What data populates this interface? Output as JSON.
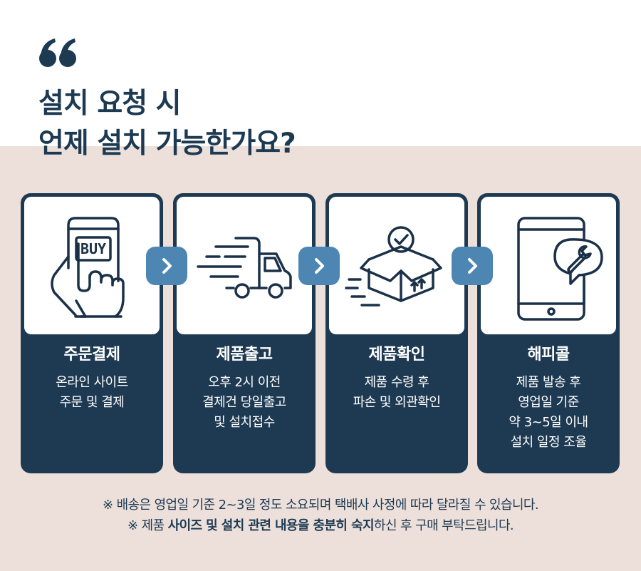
{
  "headline": {
    "line1": "설치 요청 시",
    "line2": "언제 설치 가능한가요?"
  },
  "steps": [
    {
      "title": "주문결제",
      "icon": "smartphone-buy-icon",
      "badge_text": "BUY",
      "desc": [
        "온라인 사이트",
        "주문 및 결제"
      ]
    },
    {
      "title": "제품출고",
      "icon": "delivery-truck-icon",
      "desc": [
        "오후 2시 이전",
        "결제건 당일출고",
        "및 설치접수"
      ]
    },
    {
      "title": "제품확인",
      "icon": "checked-box-icon",
      "desc": [
        "제품 수령 후",
        "파손 및 외관확인"
      ]
    },
    {
      "title": "해피콜",
      "icon": "smartphone-wrench-icon",
      "desc": [
        "제품 발송 후",
        "영업일 기준",
        "약 3~5일 이내",
        "설치 일정 조율"
      ]
    }
  ],
  "notes": {
    "line1": "※ 배송은 영업일 기준 2~3일 정도 소요되며 택배사 사정에 따라 달라질 수 있습니다.",
    "line2_prefix": "※ 제품 ",
    "line2_bold": "사이즈 및 설치 관련 내용을 충분히 숙지",
    "line2_suffix": "하신 후 구매 부탁드립니다."
  },
  "colors": {
    "navy": "#1e3a52",
    "arrow_blue": "#4d86b3",
    "band": "#ede0da",
    "background": "#ffffff"
  }
}
